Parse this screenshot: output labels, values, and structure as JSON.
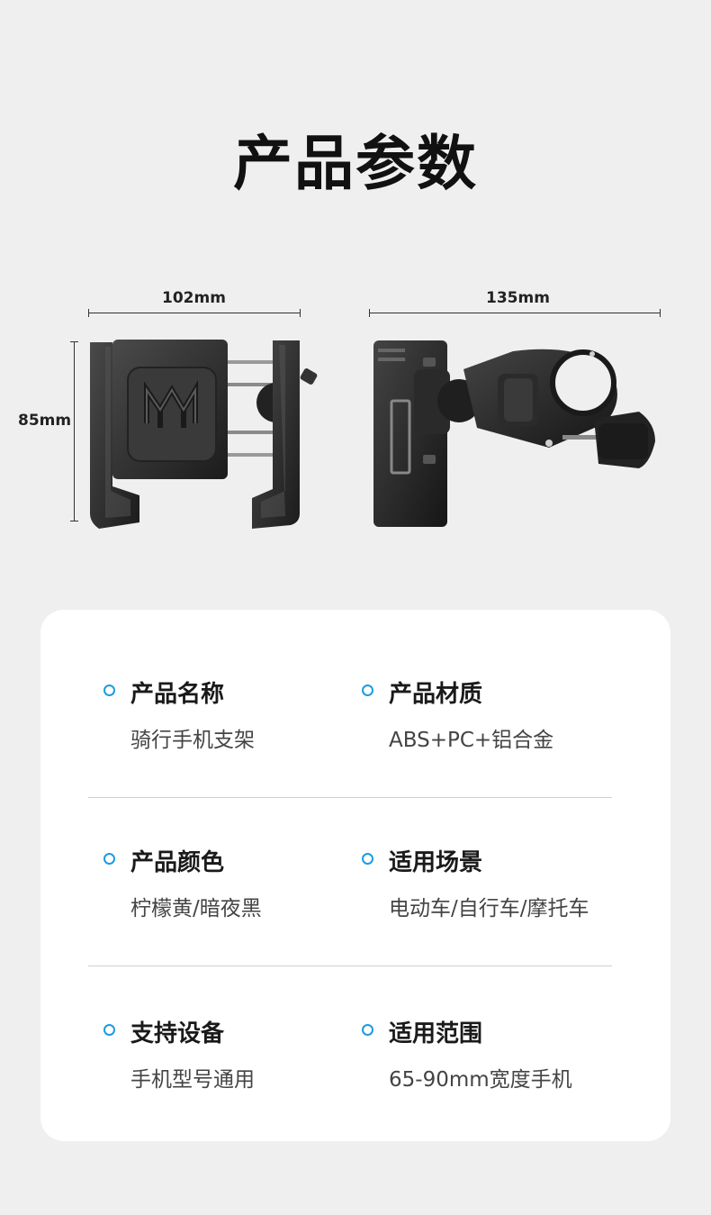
{
  "title": "产品参数",
  "dimensions": {
    "front_width": "102mm",
    "front_height": "85mm",
    "side_width": "135mm"
  },
  "specs": [
    {
      "label": "产品名称",
      "value": "骑行手机支架"
    },
    {
      "label": "产品材质",
      "value": "ABS+PC+铝合金"
    },
    {
      "label": "产品颜色",
      "value": "柠檬黄/暗夜黑"
    },
    {
      "label": "适用场景",
      "value": "电动车/自行车/摩托车"
    },
    {
      "label": "支持设备",
      "value": "手机型号通用"
    },
    {
      "label": "适用范围",
      "value": "65-90mm宽度手机"
    }
  ],
  "colors": {
    "accent": "#1e9be0",
    "background": "#efefef",
    "card": "#ffffff"
  }
}
